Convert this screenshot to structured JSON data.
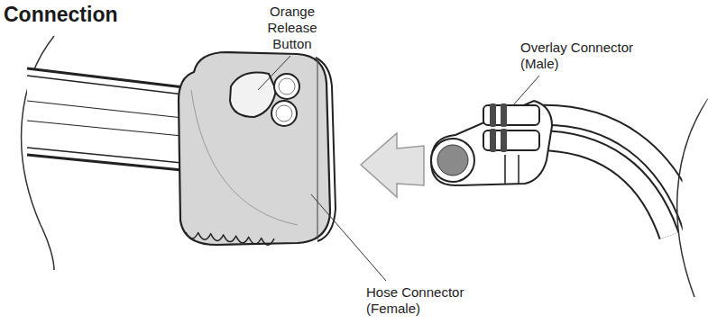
{
  "diagram": {
    "title": "Connection",
    "labels": [
      "Orange Release Button",
      "Overlay Connector (Male)",
      "Hose Connector (Female)"
    ]
  }
}
